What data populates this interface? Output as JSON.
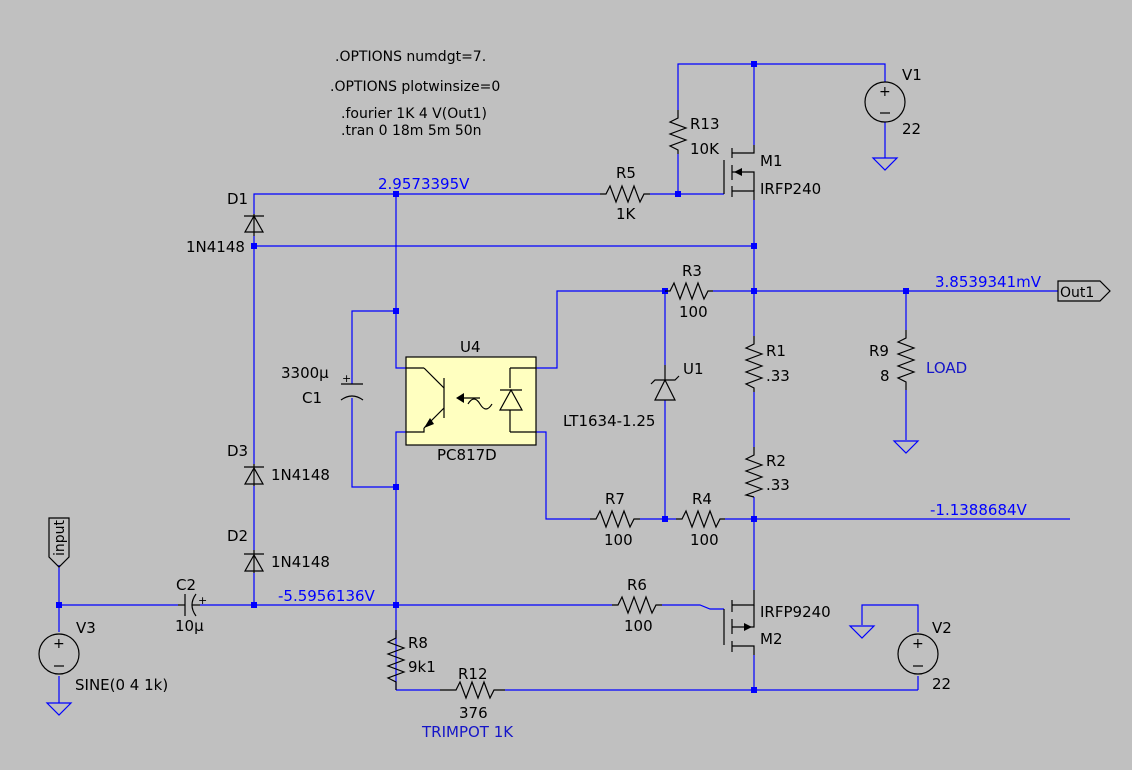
{
  "directives": [
    ".OPTIONS numdgt=7.",
    ".OPTIONS plotwinsize=0",
    ".fourier 1K 4 V(Out1)",
    ".tran 0 18m 5m 50n"
  ],
  "net_labels": {
    "top_node": "2.9573395V",
    "out_node": "3.8539341mV",
    "lower_node": "-1.1388684V",
    "input_node": "-5.5956136V"
  },
  "flags": {
    "input": "input",
    "output": "Out1"
  },
  "components": {
    "R13": {
      "name": "R13",
      "value": "10K"
    },
    "R5": {
      "name": "R5",
      "value": "1K"
    },
    "M1": {
      "name": "M1",
      "value": "IRFP240"
    },
    "V1": {
      "name": "V1",
      "value": "22"
    },
    "D1": {
      "name": "D1",
      "value": "1N4148"
    },
    "R3": {
      "name": "R3",
      "value": "100"
    },
    "R9": {
      "name": "R9",
      "value": "8",
      "note": "LOAD"
    },
    "U4": {
      "name": "U4",
      "value": "PC817D"
    },
    "C1": {
      "name": "C1",
      "value": "3300µ"
    },
    "U1": {
      "name": "U1",
      "value": "LT1634-1.25"
    },
    "R1": {
      "name": "R1",
      "value": ".33"
    },
    "R2": {
      "name": "R2",
      "value": ".33"
    },
    "D3": {
      "name": "D3",
      "value": "1N4148"
    },
    "D2": {
      "name": "D2",
      "value": "1N4148"
    },
    "R7": {
      "name": "R7",
      "value": "100"
    },
    "R4": {
      "name": "R4",
      "value": "100"
    },
    "V3": {
      "name": "V3",
      "value": "SINE(0 4 1k)"
    },
    "C2": {
      "name": "C2",
      "value": "10µ"
    },
    "R6": {
      "name": "R6",
      "value": "100"
    },
    "M2": {
      "name": "M2",
      "value": "IRFP9240"
    },
    "V2": {
      "name": "V2",
      "value": "22"
    },
    "R8": {
      "name": "R8",
      "value": "9k1"
    },
    "R12": {
      "name": "R12",
      "value": "376",
      "note": "TRIMPOT 1K"
    }
  },
  "colors": {
    "background": "#c0c0c0",
    "wire": "#0000ff",
    "component": "#000000",
    "net_label": "#0000ff",
    "ic_fill": "#ffffc0"
  }
}
